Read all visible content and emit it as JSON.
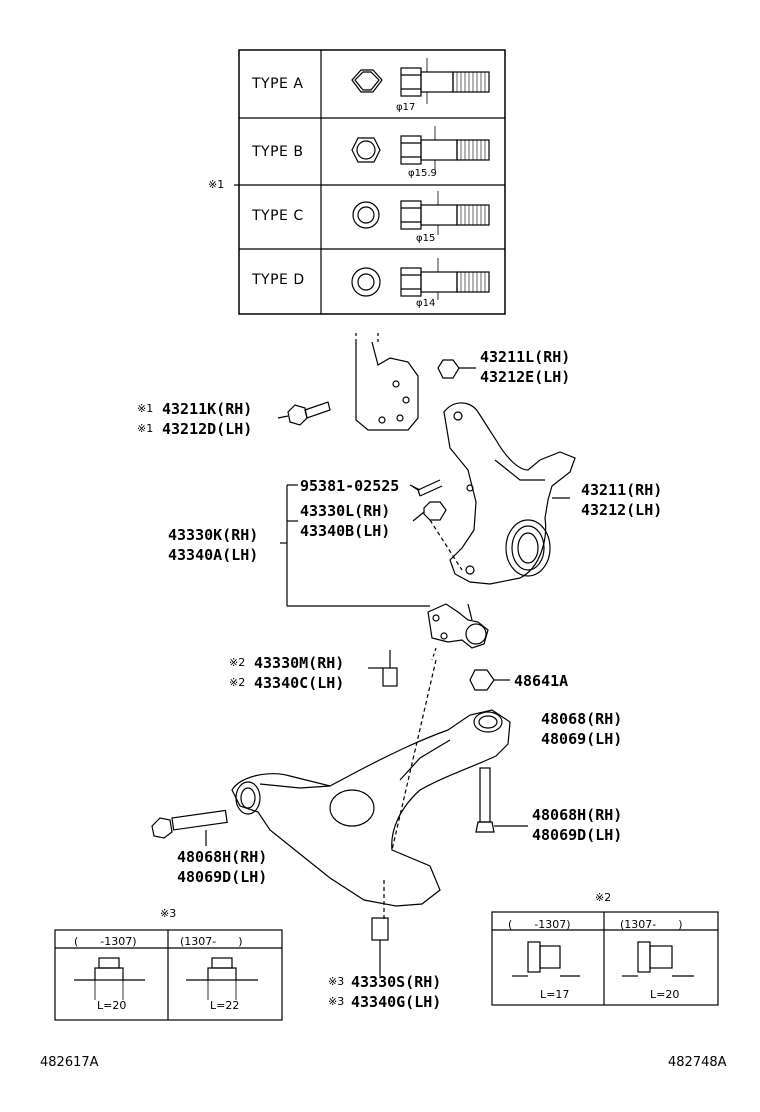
{
  "types_table": {
    "note_mark": "※1",
    "rows": [
      {
        "label": "TYPE A",
        "dim": "φ17"
      },
      {
        "label": "TYPE B",
        "dim": "φ15.9"
      },
      {
        "label": "TYPE C",
        "dim": "φ15"
      },
      {
        "label": "TYPE D",
        "dim": "φ14"
      }
    ]
  },
  "parts": {
    "p43211L": {
      "line1": "43211L(RH)",
      "line2": "43212E(LH)"
    },
    "p43211K": {
      "mark": "※1",
      "line1": "43211K(RH)",
      "line2": "43212D(LH)"
    },
    "p43211": {
      "line1": "43211(RH)",
      "line2": "43212(LH)"
    },
    "p95381": {
      "line1": "95381-02525"
    },
    "p43330L": {
      "line1": "43330L(RH)",
      "line2": "43340B(LH)"
    },
    "p43330K": {
      "line1": "43330K(RH)",
      "line2": "43340A(LH)"
    },
    "p43330M": {
      "mark": "※2",
      "line1": "43330M(RH)",
      "line2": "43340C(LH)"
    },
    "p48641A": {
      "line1": "48641A"
    },
    "p48068": {
      "line1": "48068(RH)",
      "line2": "48069(LH)"
    },
    "p48068H_right": {
      "line1": "48068H(RH)",
      "line2": "48069D(LH)"
    },
    "p48068H_left": {
      "line1": "48068H(RH)",
      "line2": "48069D(LH)"
    },
    "p43330S": {
      "mark": "※3",
      "line1": "43330S(RH)",
      "line2": "43340G(LH)"
    }
  },
  "inset_left": {
    "mark": "※3",
    "col1_header": "(　　-1307)",
    "col2_header": "(1307-　　)",
    "col1_dim": "L=20",
    "col2_dim": "L=22"
  },
  "inset_right": {
    "mark": "※2",
    "col1_header": "(　　-1307)",
    "col2_header": "(1307-　　)",
    "col1_dim": "L=17",
    "col2_dim": "L=20"
  },
  "footer": {
    "left_code": "482617A",
    "right_code": "482748A"
  }
}
